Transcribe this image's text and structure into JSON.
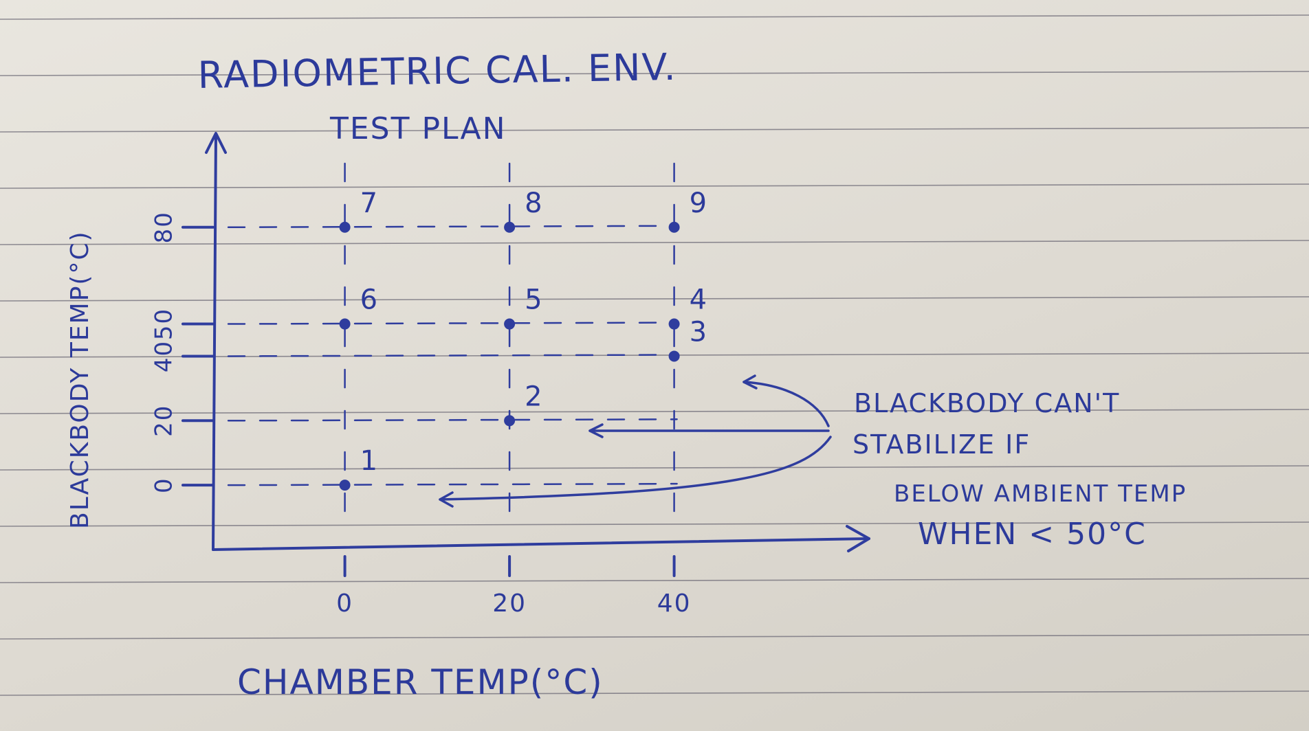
{
  "chart_data": {
    "type": "scatter",
    "title": "RADIOMETRIC CAL. ENV.",
    "subtitle": "TEST PLAN",
    "xlabel": "CHAMBER TEMP(°C)",
    "ylabel": "BLACKBODY TEMP(°C)",
    "x_ticks": [
      0,
      20,
      40
    ],
    "y_ticks": [
      0,
      20,
      40,
      50,
      80
    ],
    "xlim": [
      -16,
      64
    ],
    "ylim": [
      -20,
      110
    ],
    "grid": "dashed",
    "points": [
      {
        "label": "1",
        "x": 0,
        "y": 0
      },
      {
        "label": "2",
        "x": 20,
        "y": 20
      },
      {
        "label": "3",
        "x": 40,
        "y": 40
      },
      {
        "label": "4",
        "x": 40,
        "y": 50
      },
      {
        "label": "5",
        "x": 20,
        "y": 50
      },
      {
        "label": "6",
        "x": 0,
        "y": 50
      },
      {
        "label": "7",
        "x": 0,
        "y": 80
      },
      {
        "label": "8",
        "x": 20,
        "y": 80
      },
      {
        "label": "9",
        "x": 40,
        "y": 80
      }
    ],
    "annotation": {
      "lines": [
        "BLACKBODY CAN'T",
        "STABILIZE IF",
        "BELOW AMBIENT TEMP",
        "WHEN < 50°C"
      ],
      "points_to": [
        "1",
        "2",
        "3"
      ]
    }
  },
  "colors": {
    "ink": "#2f3d9e",
    "paper": "#e4e1da",
    "rule": "#6f6c78"
  }
}
